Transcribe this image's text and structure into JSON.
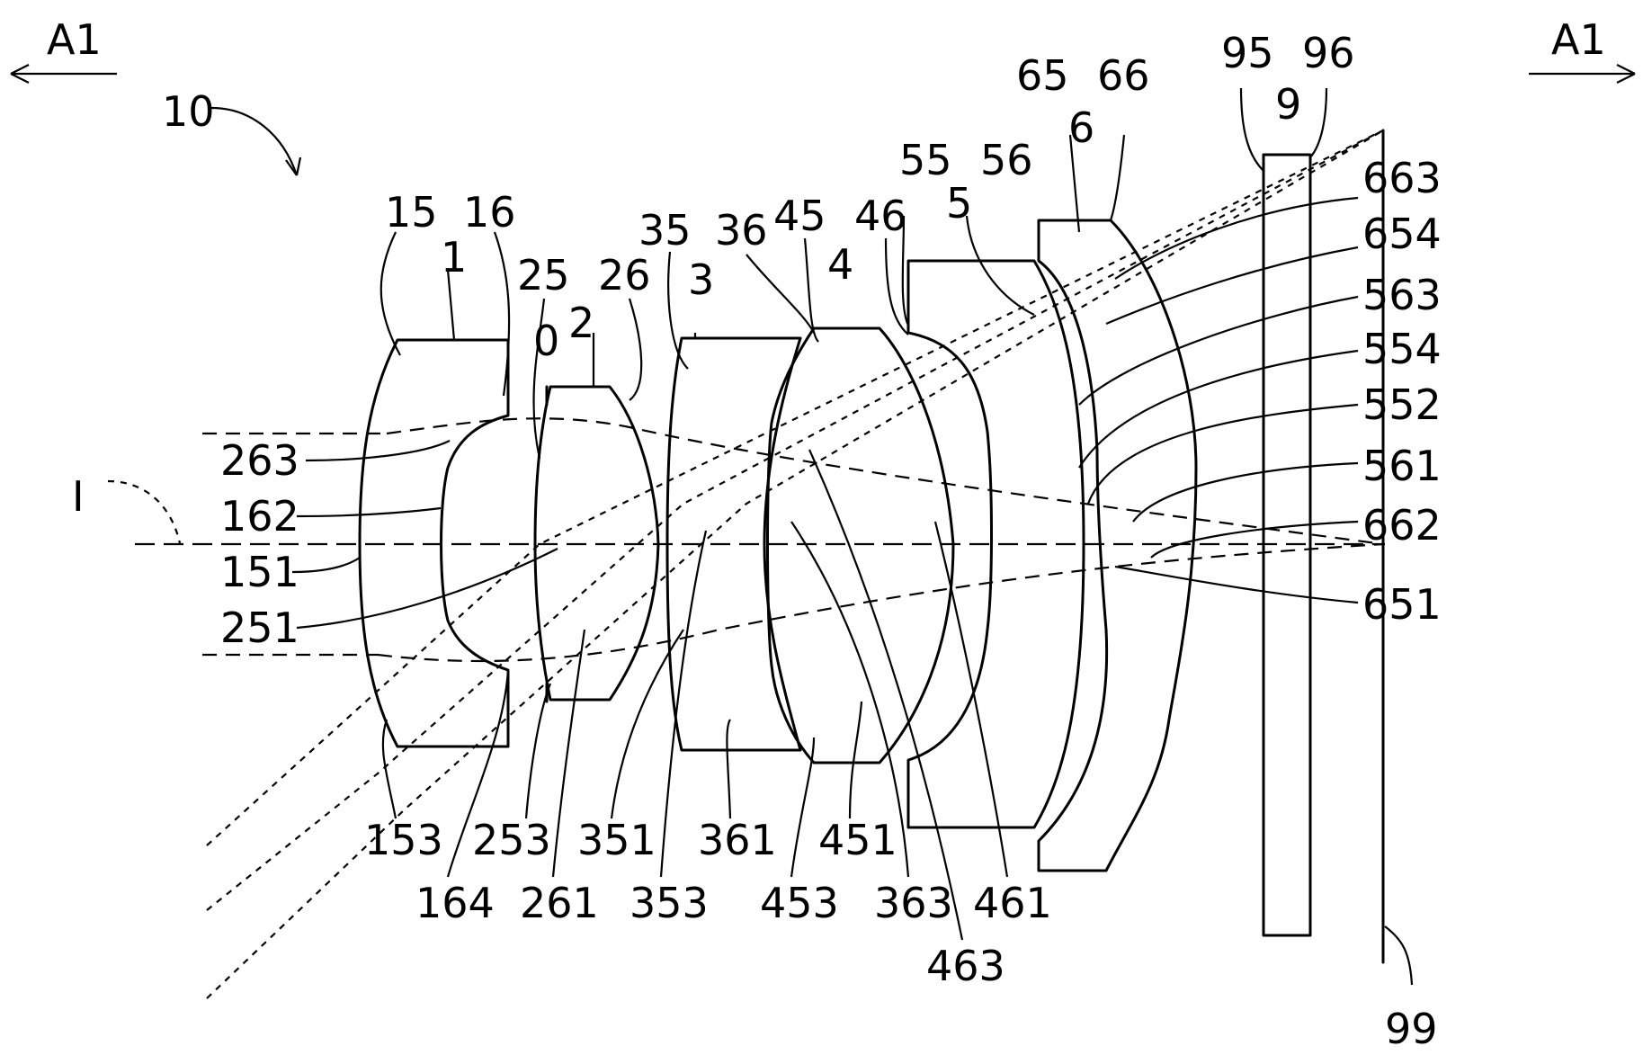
{
  "section_markers": {
    "left": "A1",
    "right": "A1"
  },
  "assembly_label": "10",
  "axis_label": "I",
  "stop_label": "0",
  "lens_labels": [
    "1",
    "2",
    "3",
    "4",
    "5",
    "6",
    "9"
  ],
  "surface_labels": {
    "top": [
      "15",
      "16",
      "25",
      "26",
      "35",
      "36",
      "45",
      "46",
      "55",
      "56",
      "65",
      "66",
      "95",
      "96"
    ],
    "left_side": [
      "263",
      "162",
      "151",
      "251"
    ],
    "right_side": [
      "663",
      "654",
      "563",
      "554",
      "552",
      "561",
      "662",
      "651"
    ],
    "bottom_row_1": [
      "153",
      "253",
      "351",
      "361",
      "451"
    ],
    "bottom_row_2": [
      "164",
      "261",
      "353",
      "453",
      "363",
      "461"
    ],
    "bottom_row_3": [
      "463"
    ],
    "image_plane": "99"
  }
}
